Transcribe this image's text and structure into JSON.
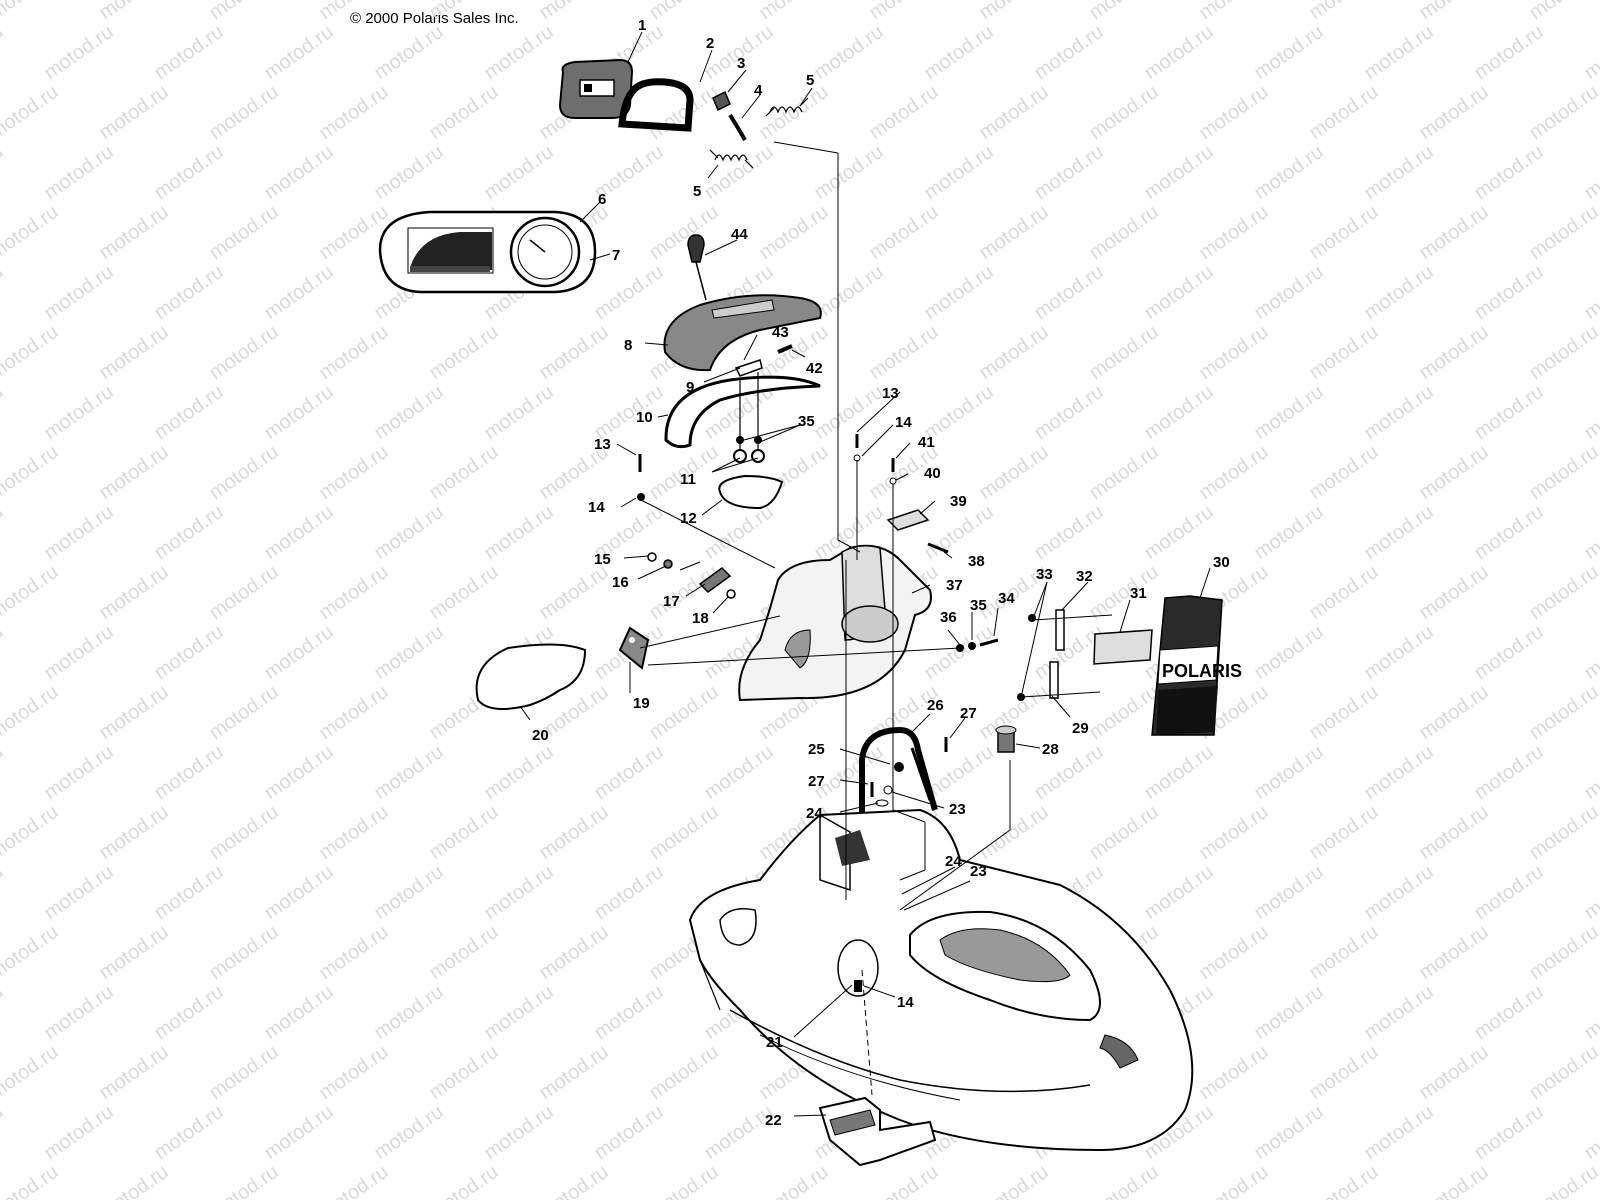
{
  "copyright": "© 2000 Polaris Sales Inc.",
  "watermark": "motod.ru",
  "brand_text": "POLARIS",
  "labels": [
    {
      "id": "1",
      "text": "1"
    },
    {
      "id": "2",
      "text": "2"
    },
    {
      "id": "3",
      "text": "3"
    },
    {
      "id": "4",
      "text": "4"
    },
    {
      "id": "5a",
      "text": "5"
    },
    {
      "id": "5b",
      "text": "5"
    },
    {
      "id": "6",
      "text": "6"
    },
    {
      "id": "7",
      "text": "7"
    },
    {
      "id": "44",
      "text": "44"
    },
    {
      "id": "8",
      "text": "8"
    },
    {
      "id": "43",
      "text": "43"
    },
    {
      "id": "42",
      "text": "42"
    },
    {
      "id": "9",
      "text": "9"
    },
    {
      "id": "10",
      "text": "10"
    },
    {
      "id": "35a",
      "text": "35"
    },
    {
      "id": "11",
      "text": "11"
    },
    {
      "id": "12",
      "text": "12"
    },
    {
      "id": "13a",
      "text": "13"
    },
    {
      "id": "14a",
      "text": "14"
    },
    {
      "id": "13b",
      "text": "13"
    },
    {
      "id": "14b",
      "text": "14"
    },
    {
      "id": "41",
      "text": "41"
    },
    {
      "id": "40",
      "text": "40"
    },
    {
      "id": "39",
      "text": "39"
    },
    {
      "id": "38",
      "text": "38"
    },
    {
      "id": "15",
      "text": "15"
    },
    {
      "id": "16",
      "text": "16"
    },
    {
      "id": "17",
      "text": "17"
    },
    {
      "id": "18",
      "text": "18"
    },
    {
      "id": "37",
      "text": "37"
    },
    {
      "id": "36",
      "text": "36"
    },
    {
      "id": "35b",
      "text": "35"
    },
    {
      "id": "34",
      "text": "34"
    },
    {
      "id": "33",
      "text": "33"
    },
    {
      "id": "32",
      "text": "32"
    },
    {
      "id": "31",
      "text": "31"
    },
    {
      "id": "30",
      "text": "30"
    },
    {
      "id": "19",
      "text": "19"
    },
    {
      "id": "20",
      "text": "20"
    },
    {
      "id": "29",
      "text": "29"
    },
    {
      "id": "26",
      "text": "26"
    },
    {
      "id": "27a",
      "text": "27"
    },
    {
      "id": "25",
      "text": "25"
    },
    {
      "id": "28",
      "text": "28"
    },
    {
      "id": "27b",
      "text": "27"
    },
    {
      "id": "24a",
      "text": "24"
    },
    {
      "id": "23a",
      "text": "23"
    },
    {
      "id": "24b",
      "text": "24"
    },
    {
      "id": "23b",
      "text": "23"
    },
    {
      "id": "14c",
      "text": "14"
    },
    {
      "id": "21",
      "text": "21"
    },
    {
      "id": "22",
      "text": "22"
    }
  ]
}
